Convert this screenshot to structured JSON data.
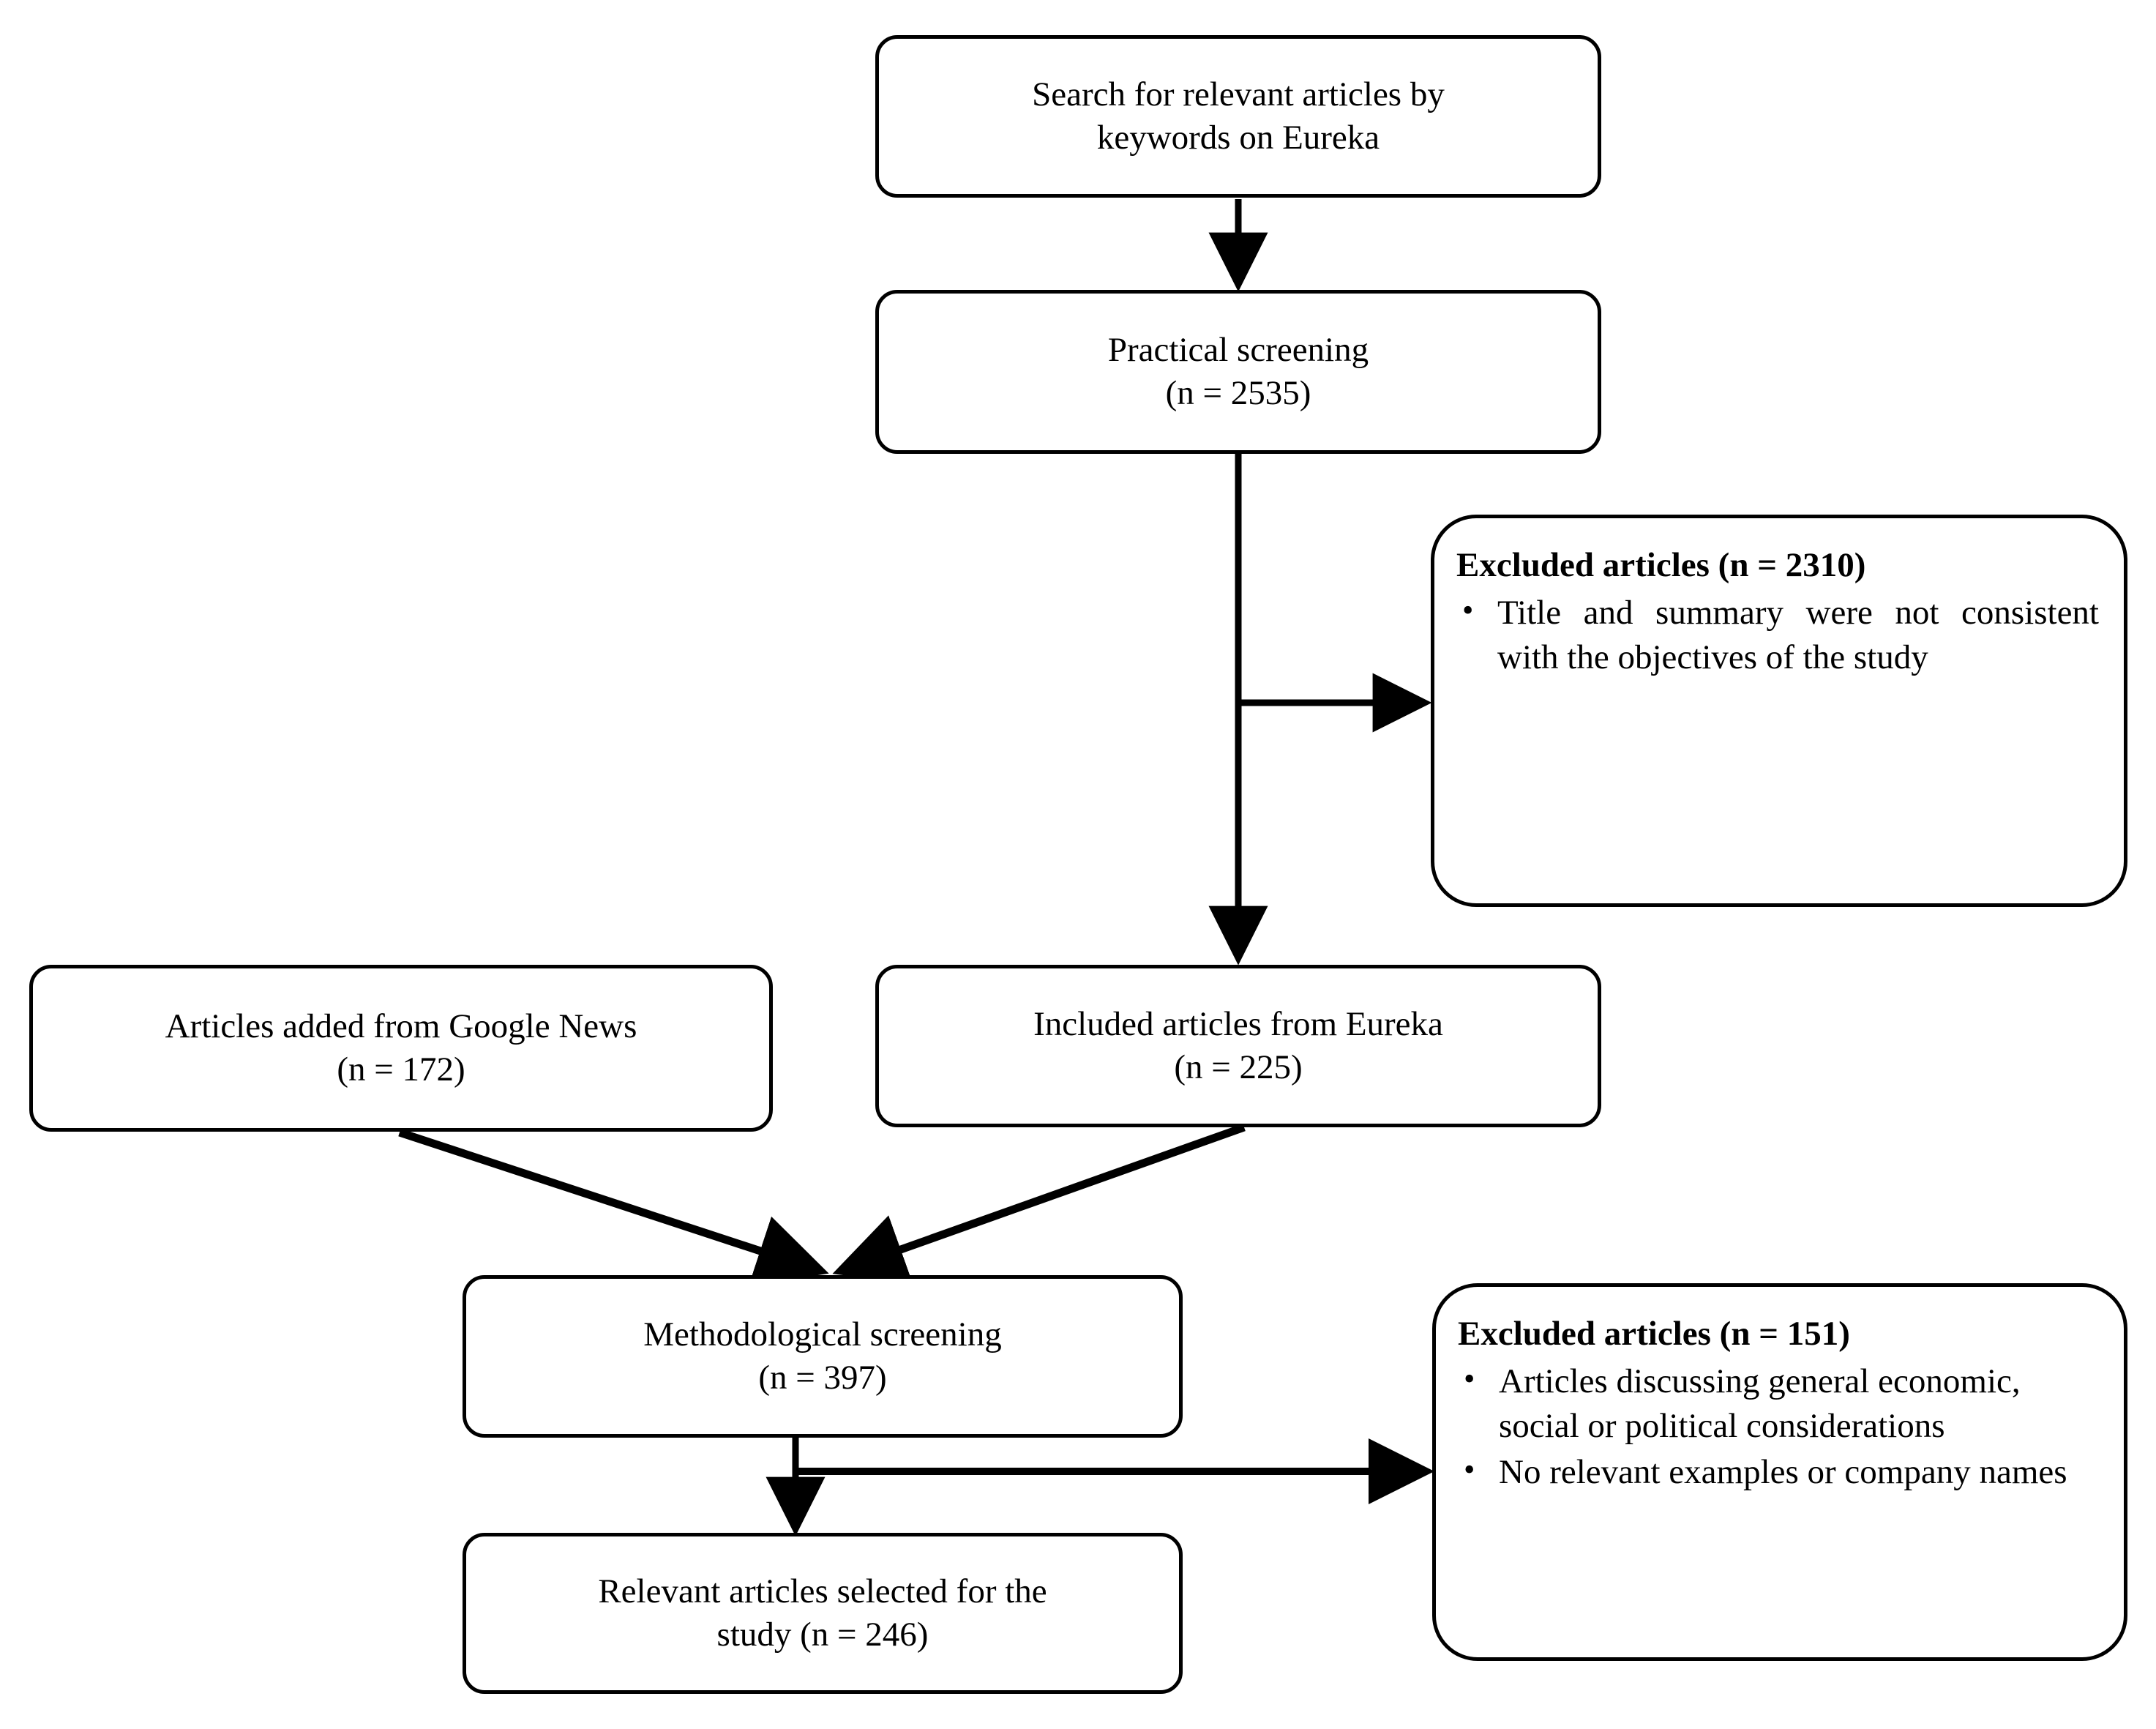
{
  "diagram": {
    "title": "PRISMA-style article selection flowchart",
    "colors": {
      "stroke": "#000000",
      "fill": "#ffffff",
      "text": "#000000"
    },
    "nodes": {
      "search": {
        "name": "search-for-articles",
        "lines": [
          "Search for relevant articles by",
          "keywords on Eureka"
        ]
      },
      "practical_screening": {
        "name": "practical-screening",
        "lines": [
          "Practical screening",
          "(n = 2535)"
        ]
      },
      "excluded_1": {
        "name": "excluded-articles-2310",
        "title": "Excluded articles (n = 2310)",
        "bullets": [
          "Title and summary were not consistent with the objectives of the study"
        ]
      },
      "included_eureka": {
        "name": "included-articles-eureka",
        "lines": [
          "Included articles from Eureka",
          "(n = 225)"
        ]
      },
      "google_news": {
        "name": "articles-added-google-news",
        "lines": [
          "Articles added from Google News",
          "(n = 172)"
        ]
      },
      "methodological_screening": {
        "name": "methodological-screening",
        "lines": [
          "Methodological screening",
          "(n = 397)"
        ]
      },
      "excluded_2": {
        "name": "excluded-articles-151",
        "title": "Excluded articles (n = 151)",
        "bullets": [
          "Articles discussing general economic, social or political considerations",
          "No relevant examples or company names"
        ]
      },
      "relevant_selected": {
        "name": "relevant-articles-selected",
        "lines": [
          "Relevant articles selected for the",
          "study (n = 246)"
        ]
      }
    },
    "edges": [
      {
        "from": "search",
        "to": "practical_screening",
        "kind": "arrow-down"
      },
      {
        "from": "practical_screening",
        "to": "excluded_1",
        "kind": "arrow-right-branch"
      },
      {
        "from": "practical_screening",
        "to": "included_eureka",
        "kind": "arrow-down"
      },
      {
        "from": "google_news",
        "to": "methodological_screening",
        "kind": "arrow-diagonal"
      },
      {
        "from": "included_eureka",
        "to": "methodological_screening",
        "kind": "arrow-diagonal"
      },
      {
        "from": "methodological_screening",
        "to": "excluded_2",
        "kind": "arrow-right-branch"
      },
      {
        "from": "methodological_screening",
        "to": "relevant_selected",
        "kind": "arrow-down"
      }
    ]
  }
}
